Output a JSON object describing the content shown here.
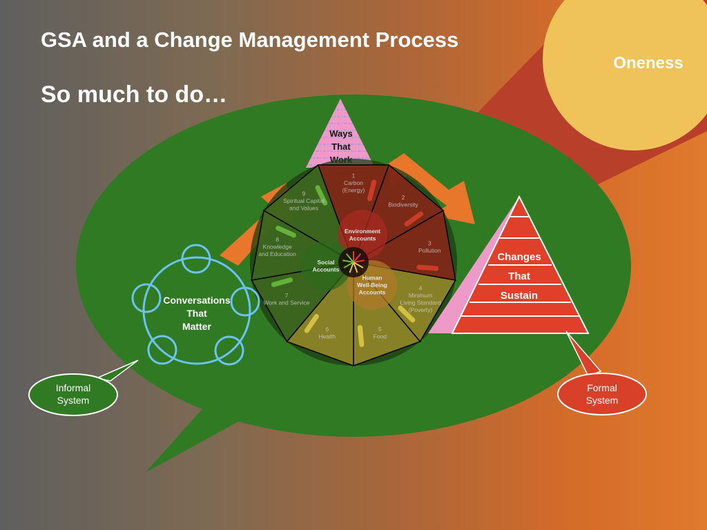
{
  "slide": {
    "title": "GSA and a Change Management Process",
    "subtitle": "So much to do…",
    "oneness": "Oneness"
  },
  "ways_that_work": [
    "Ways",
    "That",
    "Work"
  ],
  "conversations": [
    "Conversations",
    "That",
    "Matter"
  ],
  "changes": [
    "Changes",
    "That",
    "Sustain"
  ],
  "informal_system": [
    "Informal",
    "System"
  ],
  "formal_system": [
    "Formal",
    "System"
  ],
  "wheel": {
    "segments": [
      {
        "number": "1",
        "lines": [
          "Carbon",
          "(Energy)"
        ]
      },
      {
        "number": "2",
        "lines": [
          "Biodiversity"
        ]
      },
      {
        "number": "3",
        "lines": [
          "Pollution"
        ]
      },
      {
        "number": "4",
        "lines": [
          "Minimum",
          "Living Standard",
          "(Poverty)"
        ]
      },
      {
        "number": "5",
        "lines": [
          "Food"
        ]
      },
      {
        "number": "6",
        "lines": [
          "Health"
        ]
      },
      {
        "number": "7",
        "lines": [
          "Work and Service"
        ]
      },
      {
        "number": "8",
        "lines": [
          "Knowledge",
          "and Education"
        ]
      },
      {
        "number": "9",
        "lines": [
          "Spiritual Capital",
          "and Values"
        ]
      }
    ],
    "accounts": [
      {
        "lines": [
          "Environment",
          "Accounts"
        ]
      },
      {
        "lines": [
          "Social",
          "Accounts"
        ]
      },
      {
        "lines": [
          "Human",
          "Well-Being",
          "Accounts"
        ]
      }
    ]
  },
  "colors": {
    "green_ellipse": "#2f7a22",
    "red_pyramid": "#e0402a",
    "pink_pyramid": "#ee9ac8",
    "blue_circles": "#6cc3f0",
    "sun": "#f0c25a",
    "arrow_orange": "#e8772c"
  }
}
